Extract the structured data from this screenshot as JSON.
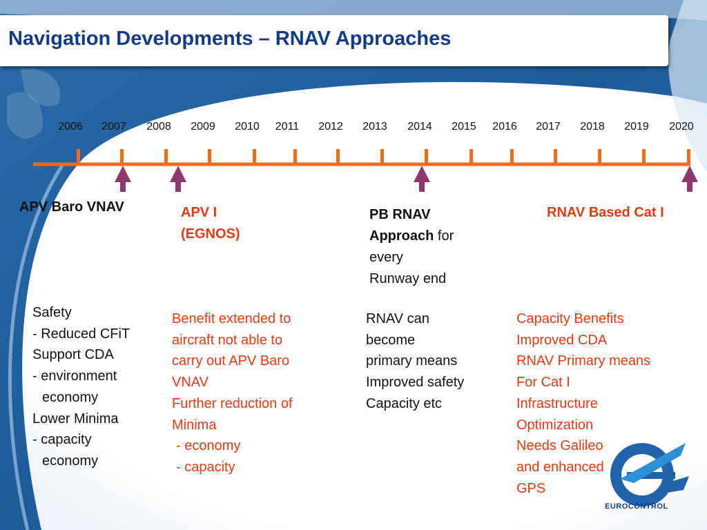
{
  "header": {
    "title": "Navigation Developments – RNAV Approaches"
  },
  "timeline": {
    "years": [
      "2006",
      "2007",
      "2008",
      "2009",
      "2010",
      "2011",
      "2012",
      "2013",
      "2014",
      "2015",
      "2016",
      "2017",
      "2018",
      "2019",
      "2020"
    ],
    "line_color": "#f26b1d",
    "marker_color": "#8b3a6b",
    "markers": [
      "2007",
      "2008",
      "2014",
      "2020"
    ]
  },
  "milestones": {
    "apv_baro": "APV Baro VNAV",
    "apv_i_line1": "APV I",
    "apv_i_line2": "(EGNOS)",
    "pb_rnav_line1": "PB RNAV",
    "pb_rnav_line2_bold": "Approach",
    "pb_rnav_line2_rest": " for",
    "pb_rnav_line3": "every",
    "pb_rnav_line4": "Runway end",
    "rnav_cat": "RNAV Based Cat I"
  },
  "benefits": {
    "col1": [
      "Safety",
      "- Reduced CFiT",
      "Support CDA",
      "- environment",
      "  economy",
      "Lower Minima",
      "- capacity",
      "  economy"
    ],
    "col2": [
      "Benefit extended to",
      "aircraft not able to",
      "carry out APV Baro",
      "VNAV",
      "Further reduction of",
      "Minima",
      " - economy",
      " - capacity"
    ],
    "col3": [
      "RNAV can",
      "become",
      "primary means",
      "Improved safety",
      "Capacity etc"
    ],
    "col4": [
      "Capacity Benefits",
      "Improved CDA",
      "RNAV Primary means",
      "For Cat I",
      "Infrastructure",
      "Optimization",
      "Needs Galileo",
      "and enhanced",
      "GPS"
    ]
  },
  "logo": {
    "text": "EUROCONTROL"
  },
  "colors": {
    "title": "#123b86",
    "accent_red": "#e23b14",
    "background_blue": "#1f5f9a"
  }
}
